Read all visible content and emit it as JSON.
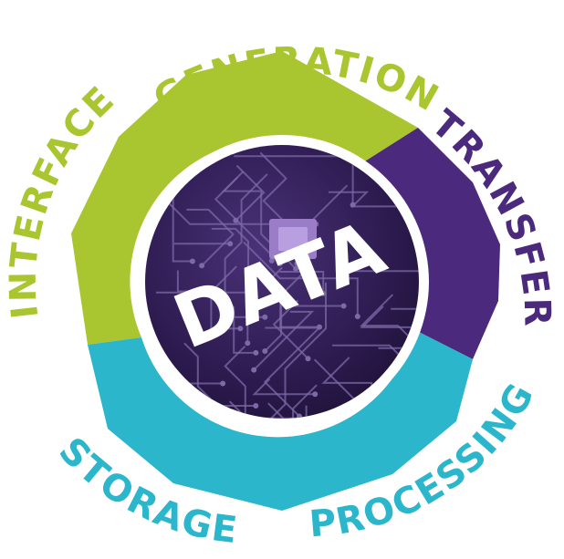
{
  "center": {
    "label": "DATA"
  },
  "stages": [
    {
      "id": "generation",
      "label": "GENERATION",
      "color": "#a9c52f"
    },
    {
      "id": "transfer",
      "label": "TRANSFER",
      "color": "#4b2a7d"
    },
    {
      "id": "processing",
      "label": "PROCESSING",
      "color": "#2bb6cc"
    },
    {
      "id": "storage",
      "label": "STORAGE",
      "color": "#2bb6cc"
    },
    {
      "id": "interface",
      "label": "INTERFACE",
      "color": "#a9c52f"
    }
  ],
  "colors": {
    "globe": "#2c1a4e",
    "circuit": "#7c6aa6",
    "chip": "#9a7cc7",
    "center_text": "#ffffff"
  }
}
